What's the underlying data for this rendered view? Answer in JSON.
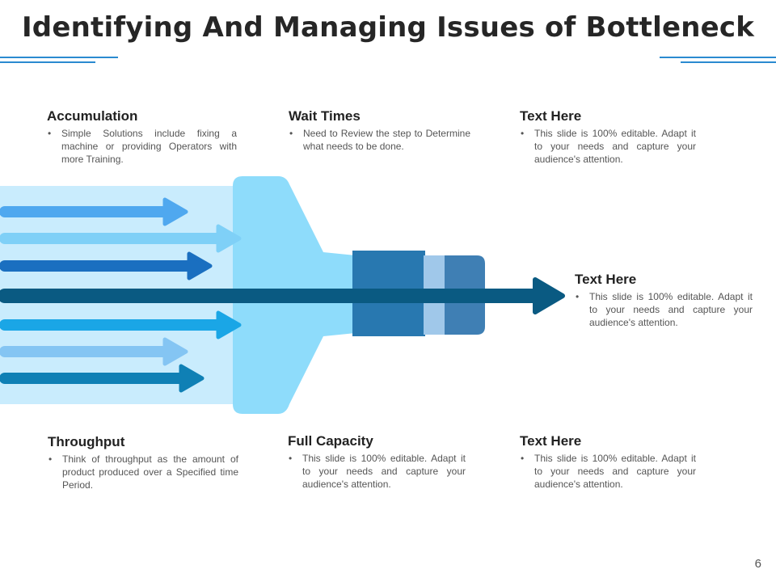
{
  "title": "Identifying And Managing Issues of Bottleneck",
  "colors": {
    "accent_line": "#2a8ad0",
    "band": "#c9ecfd",
    "funnel": "#8edcfb",
    "neck_dark": "#2878b0",
    "neck_light": "#a0c8ea",
    "neck_end": "#3f7fb4",
    "output_arrow": "#0a5a82"
  },
  "blocks": {
    "accumulation": {
      "heading": "Accumulation",
      "text": "Simple Solutions include fixing a machine or providing Operators with more Training."
    },
    "wait_times": {
      "heading": "Wait Times",
      "text": "Need to Review the step to Determine what needs to be done."
    },
    "text_here_top": {
      "heading": "Text Here",
      "text": "This slide is 100% editable. Adapt it to your needs and capture your audience's attention."
    },
    "text_here_right": {
      "heading": "Text Here",
      "text": "This slide is 100% editable. Adapt it to your needs and capture your audience's attention."
    },
    "throughput": {
      "heading": "Throughput",
      "text": "Think of throughput as the amount of product produced over a Specified time Period."
    },
    "full_capacity": {
      "heading": "Full Capacity",
      "text": "This slide is 100% editable. Adapt it to your needs and capture your audience's attention."
    },
    "text_here_bottom": {
      "heading": "Text Here",
      "text": "This slide is 100% editable. Adapt it to your needs and capture your audience's attention."
    }
  },
  "input_arrows": [
    {
      "color": "#4fa8ef"
    },
    {
      "color": "#7fd0f7"
    },
    {
      "color": "#1a6fc0"
    },
    {
      "color": "#1aa6e6"
    },
    {
      "color": "#84c5f3"
    },
    {
      "color": "#0f80b5"
    }
  ],
  "bullet_char": "•",
  "page_number": "6"
}
